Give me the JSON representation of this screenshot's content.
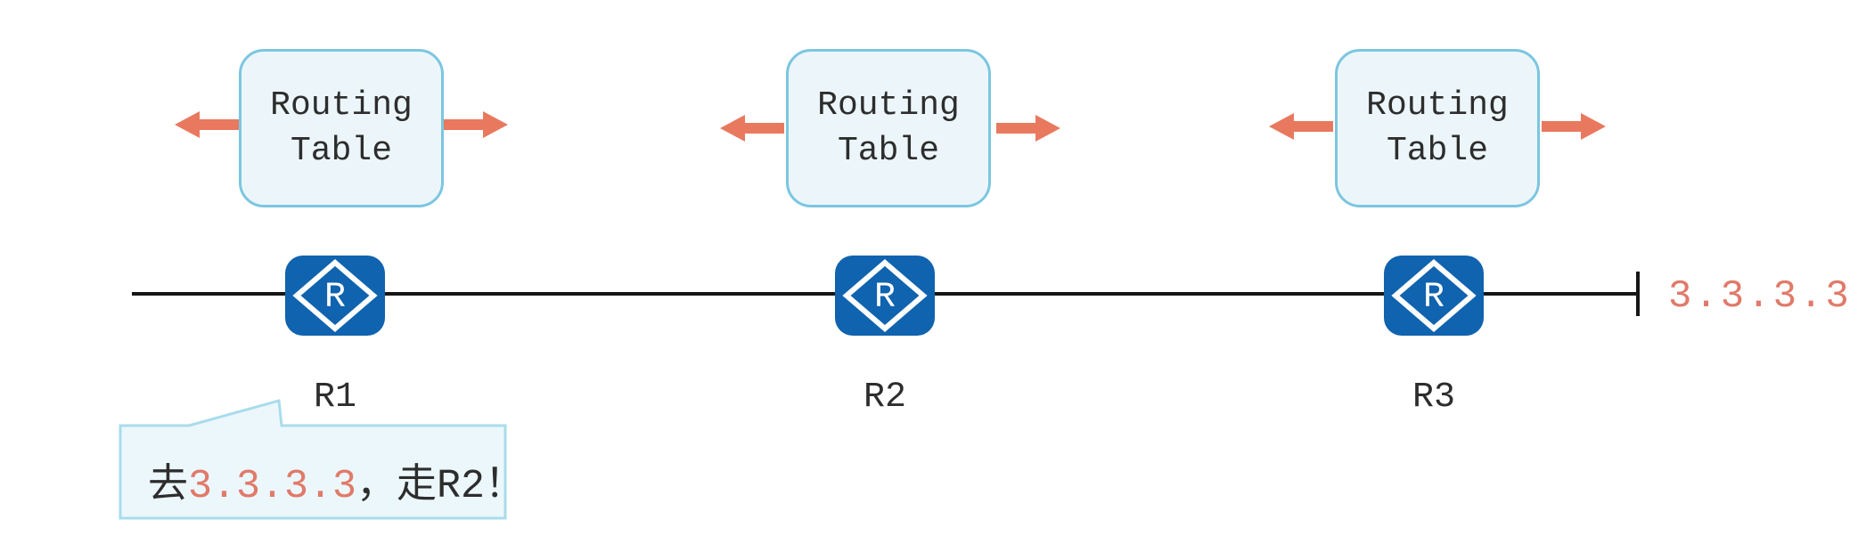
{
  "diagram": {
    "colors": {
      "arrow": "#e8795f",
      "routerBlue": "#1063ae",
      "boxBorder": "#7cc6e0",
      "boxFill": "#ecf6fa",
      "bubbleBorder": "#a9dcec",
      "bubbleFill": "#ecf7fb",
      "line": "#161616",
      "textDark": "#2d2d2d",
      "accent": "#e07a6a"
    },
    "routing_table_label": "Routing Table",
    "router_icon_letter": "R",
    "routers": [
      {
        "name": "R1"
      },
      {
        "name": "R2"
      },
      {
        "name": "R3"
      }
    ],
    "destination_ip": "3.3.3.3",
    "bubble": {
      "prefix": "去",
      "ip": "3.3.3.3",
      "suffix": "，走R2！"
    }
  }
}
